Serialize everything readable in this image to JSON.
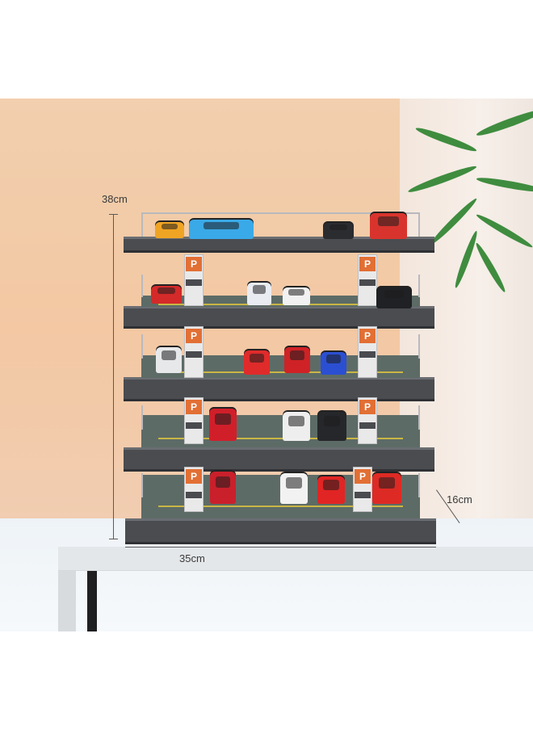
{
  "dimensions": {
    "height_label": "38cm",
    "width_label": "35cm",
    "depth_label": "16cm"
  },
  "parking_sign_letter": "P",
  "colors": {
    "wall": "#f3c8a3",
    "slab": "#4a4c50",
    "deck": "#5d6b66",
    "sign": "#e26f34",
    "plant": "#3f8c3f"
  },
  "objects": [
    "car-park-display-shelf",
    "toy-cars",
    "table",
    "palm-plant"
  ]
}
